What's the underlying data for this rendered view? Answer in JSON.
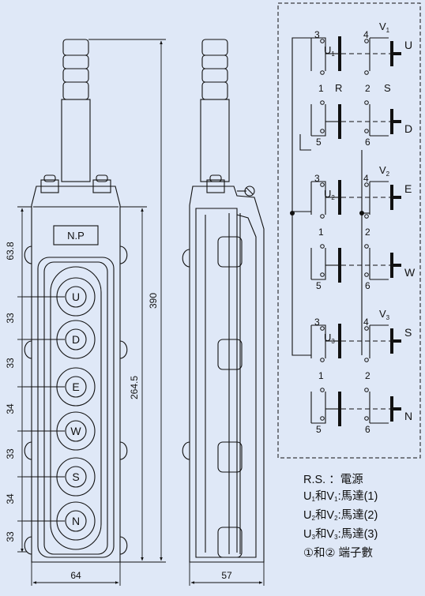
{
  "nameplate": "N.P",
  "buttons": [
    "U",
    "D",
    "E",
    "W",
    "S",
    "N"
  ],
  "dimensions": {
    "overall_height": "390",
    "button_section_height": "264.5",
    "top_offset": "63.8",
    "pitches": [
      "33",
      "33",
      "34",
      "33",
      "34",
      "33"
    ],
    "front_width": "64",
    "side_width": "57"
  },
  "circuit": {
    "groups": [
      {
        "terminals": [
          "3",
          "4",
          "1",
          "2",
          "5",
          "6"
        ],
        "common_label": "U1",
        "second_label": "V1",
        "rs_label": "R",
        "rs_label_right": "S",
        "outputs": [
          "U",
          "D"
        ]
      },
      {
        "terminals": [
          "3",
          "4",
          "1",
          "2",
          "5",
          "6"
        ],
        "common_label": "U2",
        "second_label": "V2",
        "rs_label": "",
        "rs_label_right": "",
        "outputs": [
          "E",
          "W"
        ]
      },
      {
        "terminals": [
          "3",
          "4",
          "1",
          "2",
          "5",
          "6"
        ],
        "common_label": "U3",
        "second_label": "V3",
        "rs_label": "",
        "rs_label_right": "",
        "outputs": [
          "S",
          "N"
        ]
      }
    ]
  },
  "legend": {
    "rs_key": "R.S.",
    "rs_value": "：電源",
    "lines": [
      {
        "a": "U",
        "a_sub": "1",
        "mid": "和V",
        "b_sub": "1",
        "text": ":馬達(1)"
      },
      {
        "a": "U",
        "a_sub": "2",
        "mid": "和V",
        "b_sub": "2",
        "text": ":馬達(2)"
      },
      {
        "a": "U",
        "a_sub": "3",
        "mid": "和V",
        "b_sub": "3",
        "text": ":馬達(3)"
      }
    ],
    "terminal_note": "①和② 端子數"
  },
  "colors": {
    "background": "#dfe8f7",
    "line": "#111111",
    "body": "#dfe8f7"
  }
}
